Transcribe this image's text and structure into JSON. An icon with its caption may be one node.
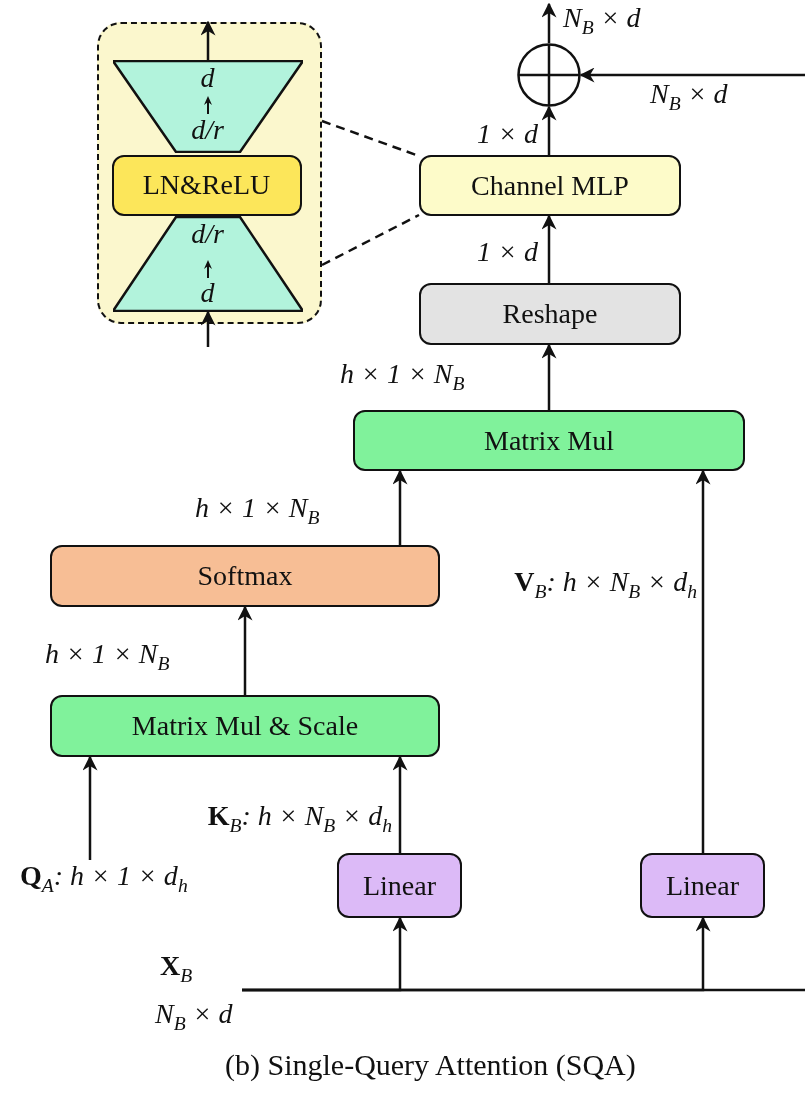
{
  "diagram": {
    "caption": "(b) Single-Query Attention (SQA)",
    "nodes": [
      {
        "text": [],
        "shape": "box"
      },
      {
        "text": [
          "d",
          "d/r"
        ],
        "in": 0
      },
      {
        "text": [
          "LN&ReLU"
        ],
        "in": 0
      },
      {
        "text": [
          "d/r",
          "d"
        ],
        "in": 0
      },
      {
        "text": [],
        "shape": "circle"
      },
      {
        "text": [
          "Channel MLP"
        ]
      },
      {
        "text": [
          "Reshape"
        ]
      },
      {
        "text": [
          "Matrix Mul"
        ]
      },
      {
        "text": [
          "Softmax"
        ]
      },
      {
        "text": [
          "Matrix Mul & Scale"
        ]
      },
      {
        "text": [
          "Linear"
        ]
      },
      {
        "text": [
          "Linear"
        ]
      },
      {
        "text": [
          "**X**$_{B}$"
        ],
        "beside": [
          "N$_{B}$ × d"
        ]
      },
      {
        "text": [
          "**Q**$_{A}$: h × 1 × d$_{h}$"
        ]
      }
    ],
    "edges": [
      {
        "from": 1,
        "to": null,
        "arrow": "to"
      },
      {
        "from": null,
        "to": 3,
        "arrow": "to"
      },
      {
        "from": 0,
        "to": 5,
        "arrow": "none",
        "style": "dashed"
      },
      {
        "from": 0,
        "to": 5,
        "arrow": "none",
        "style": "dashed"
      },
      {
        "from": 5,
        "to": 4,
        "arrow": "to",
        "label": "1 × d"
      },
      {
        "from": 4,
        "to": null,
        "arrow": "to",
        "label": "N$_{B}$ × d"
      },
      {
        "from": null,
        "to": 4,
        "arrow": "to",
        "label": "N$_{B}$ × d"
      },
      {
        "from": 6,
        "to": 5,
        "arrow": "to",
        "label": "1 × d"
      },
      {
        "from": 7,
        "to": 6,
        "arrow": "to",
        "label": "h × 1 × N$_{B}$"
      },
      {
        "from": 8,
        "to": 7,
        "arrow": "to",
        "label": "h × 1 × N$_{B}$"
      },
      {
        "from": 9,
        "to": 8,
        "arrow": "to",
        "label": "h × 1 × N$_{B}$"
      },
      {
        "from": 13,
        "to": 9,
        "arrow": "to"
      },
      {
        "from": 10,
        "to": 9,
        "arrow": "to",
        "label": "**K**$_{B}$: h × N$_{B}$ × d$_{h}$"
      },
      {
        "from": 11,
        "to": 7,
        "arrow": "to",
        "label": "**V**$_{B}$: h × N$_{B}$ × d$_{h}$"
      },
      {
        "from": 12,
        "to": 10,
        "arrow": "to"
      },
      {
        "from": 12,
        "to": 11,
        "arrow": "to"
      },
      {
        "from": 12,
        "to": null,
        "arrow": "none"
      }
    ]
  }
}
